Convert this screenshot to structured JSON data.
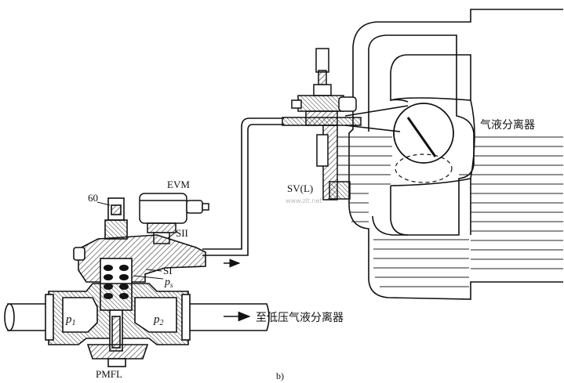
{
  "labels": {
    "separator": "气液分离器",
    "to_low_pressure": "至低压气液分离器",
    "evm": "EVM",
    "sv": "SV(L)",
    "sii": "SII",
    "si": "SI",
    "ps_base": "p",
    "ps_sub": "s",
    "p1_base": "p",
    "p1_sub": "1",
    "p2_base": "p",
    "p2_sub": "2",
    "sixty": "60",
    "pmfl": "PMFL",
    "caption": "b)",
    "watermark": "www.zlt.net"
  },
  "colors": {
    "line": "#111111",
    "hatch": "#333333",
    "liquid": "#222222",
    "paper": "#ffffff"
  }
}
